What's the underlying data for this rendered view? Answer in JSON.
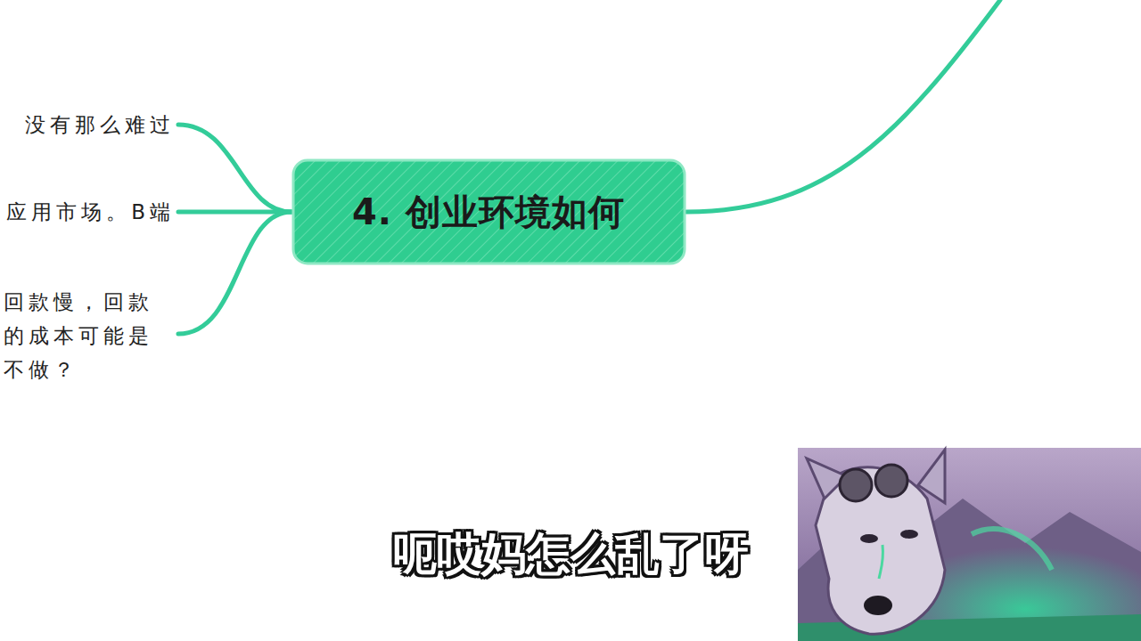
{
  "diagram": {
    "nodes": [
      {
        "text": [
          "4. 创业环境如何"
        ]
      }
    ],
    "labels": [
      "没有那么难过",
      "应用市场。B端",
      "回款慢，回款 的成本可能是 不做？",
      "呃哎妈怎么乱了呀"
    ]
  }
}
